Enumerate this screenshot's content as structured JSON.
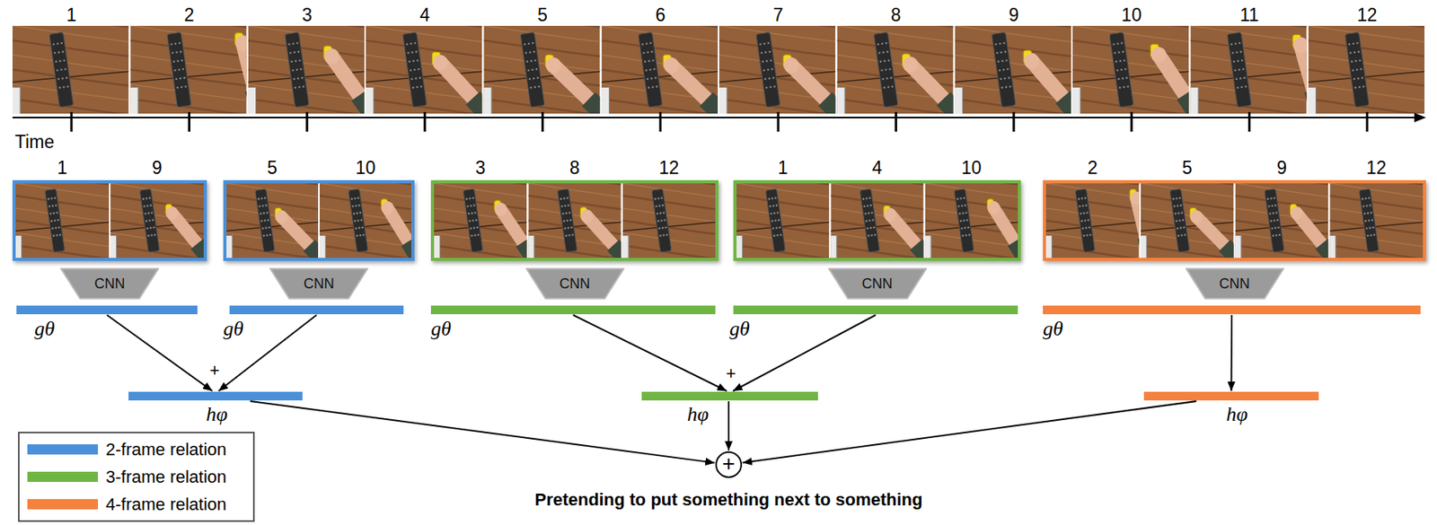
{
  "diagram": {
    "caption": "Pretending to put something next to something",
    "nodes": [
      {
        "text": [
          "1",
          "9"
        ]
      },
      {
        "text": [
          "5",
          "10"
        ]
      },
      {
        "text": [
          "3",
          "8",
          "12"
        ]
      },
      {
        "text": [
          "1",
          "4",
          "10"
        ]
      },
      {
        "text": [
          "2",
          "5",
          "9",
          "12"
        ]
      },
      {
        "text": [
          "CNN"
        ]
      },
      {
        "text": [
          "CNN"
        ]
      },
      {
        "text": [
          "CNN"
        ]
      },
      {
        "text": [
          "CNN"
        ]
      },
      {
        "text": [
          "CNN"
        ]
      },
      {
        "text": [
          "gθ"
        ]
      },
      {
        "text": [
          "gθ"
        ]
      },
      {
        "text": [
          "gθ"
        ]
      },
      {
        "text": [
          "gθ"
        ]
      },
      {
        "text": [
          "gθ"
        ]
      },
      {
        "text": [
          "hφ"
        ]
      },
      {
        "text": [
          "hφ"
        ]
      },
      {
        "text": [
          "hφ"
        ]
      },
      {
        "text": [
          "+"
        ]
      }
    ],
    "edges": [
      {
        "from": 10,
        "to": 15,
        "arrow": "to"
      },
      {
        "from": 11,
        "to": 15,
        "arrow": "to"
      },
      {
        "from": 12,
        "to": 16,
        "arrow": "to"
      },
      {
        "from": 13,
        "to": 16,
        "arrow": "to"
      },
      {
        "from": 14,
        "to": 17,
        "arrow": "to"
      },
      {
        "from": 15,
        "to": 18,
        "arrow": "to"
      },
      {
        "from": 16,
        "to": 18,
        "arrow": "to"
      },
      {
        "from": 17,
        "to": 18,
        "arrow": "to"
      }
    ],
    "labels": [
      "1",
      "2",
      "3",
      "4",
      "5",
      "6",
      "7",
      "8",
      "9",
      "10",
      "11",
      "12",
      "Time",
      "+",
      "+"
    ],
    "legend": [
      {
        "text": "2-frame relation",
        "color": "#4a90d9"
      },
      {
        "text": "3-frame relation",
        "color": "#6fb544"
      },
      {
        "text": "4-frame relation",
        "color": "#f5813e"
      }
    ]
  }
}
